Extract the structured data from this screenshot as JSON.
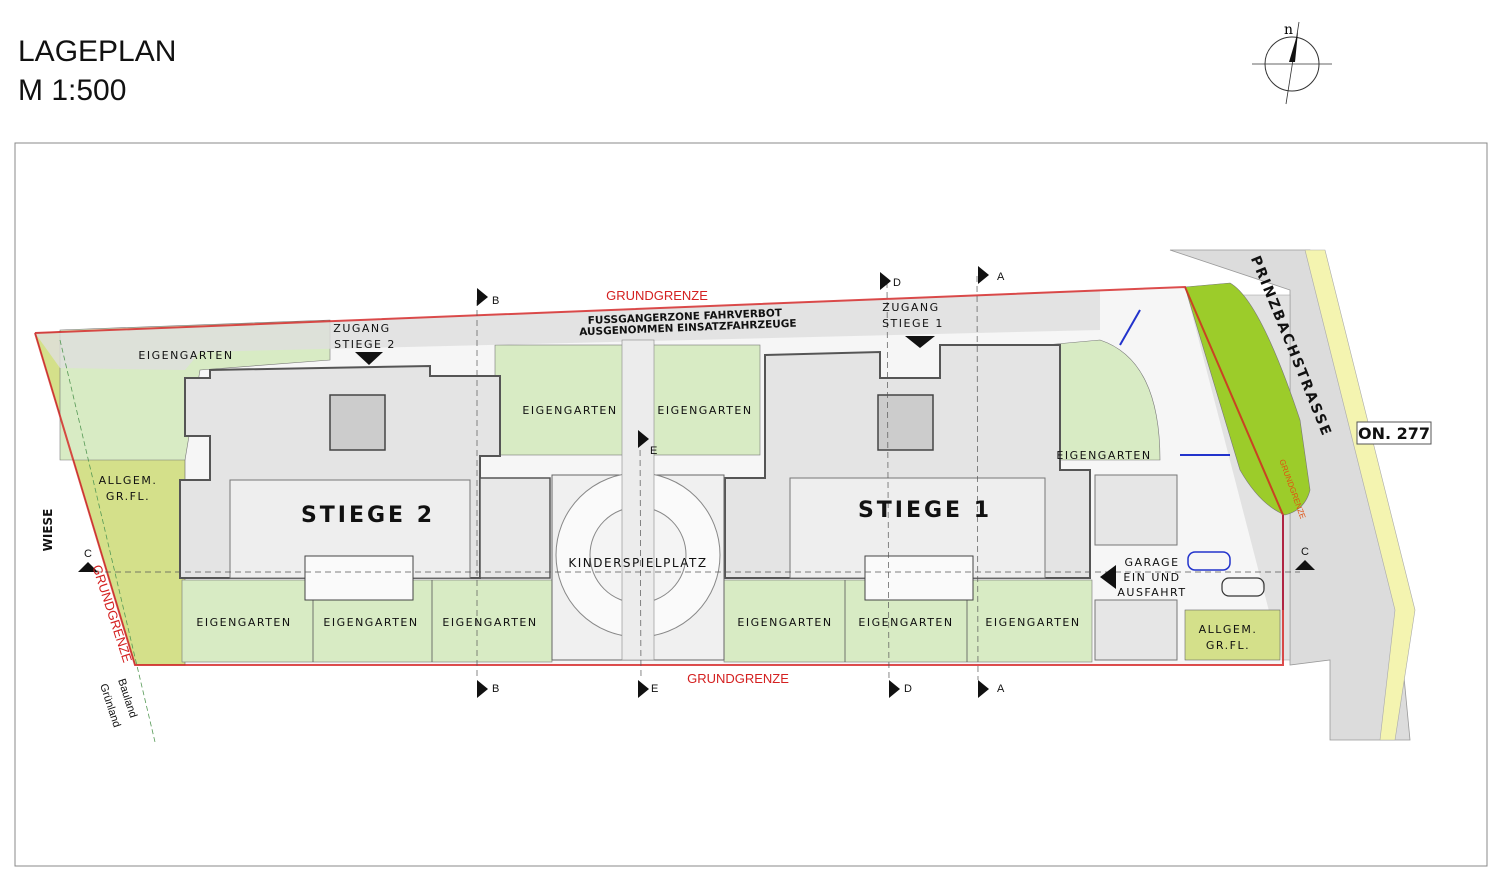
{
  "title": {
    "line1": "LAGEPLAN",
    "line2": "M 1:500"
  },
  "north_arrow": {
    "label": "n"
  },
  "colors": {
    "garden": "#d8ebc4",
    "common_area": "#d4e08a",
    "green_strip": "#9ccc2a",
    "building": "#e4e4e4",
    "road": "#dcdcdc",
    "boundary": "#d42020",
    "sidewalk": "#f4f4b0",
    "car_outline": "#2233cc"
  },
  "boundary_labels": {
    "top": "GRUNDGRENZE",
    "bottom": "GRUNDGRENZE",
    "left": "GRUNDGRENZE",
    "right": "GRUNDGRENZE"
  },
  "pedestrian_zone": {
    "line1": "FUSSGANGERZONE FAHRVERBOT",
    "line2": "AUSGENOMMEN EINSATZFAHRZEUGE"
  },
  "entrances": [
    {
      "line1": "ZUGANG",
      "line2": "STIEGE 2"
    },
    {
      "line1": "ZUGANG",
      "line2": "STIEGE 1"
    }
  ],
  "buildings": [
    "STIEGE 2",
    "STIEGE 1"
  ],
  "playground": "KINDERSPIELPLATZ",
  "gardens": [
    "EIGENGARTEN",
    "EIGENGARTEN",
    "EIGENGARTEN",
    "EIGENGARTEN",
    "EIGENGARTEN",
    "EIGENGARTEN",
    "EIGENGARTEN",
    "EIGENGARTEN",
    "EIGENGARTEN",
    "EIGENGARTEN"
  ],
  "common_areas": [
    {
      "line1": "ALLGEM.",
      "line2": "GR.FL."
    },
    {
      "line1": "ALLGEM.",
      "line2": "GR.FL."
    }
  ],
  "garage": {
    "line1": "GARAGE",
    "line2": "EIN UND",
    "line3": "AUSFAHRT"
  },
  "street": "PRINZBACHSTRASSE",
  "house_number": "ON. 277",
  "meadow": "WIESE",
  "zoning": {
    "building_land": "Bauland",
    "green_land": "Grünland"
  },
  "section_markers": {
    "A": "A",
    "B": "B",
    "C": "C",
    "D": "D",
    "E": "E"
  }
}
